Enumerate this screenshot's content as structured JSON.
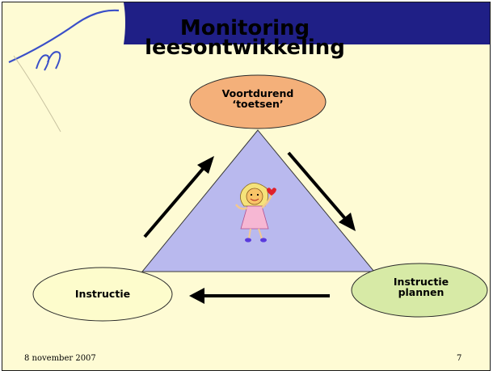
{
  "slide": {
    "title_line1": "Monitoring",
    "title_line2": "leesontwikkeling"
  },
  "cycle": {
    "top_node": {
      "line1": "Voortdurend",
      "line2": "‘toetsen’",
      "fill": "#f4b07a"
    },
    "right_node": {
      "line1": "Instructie",
      "line2": "plannen",
      "fill": "#d7eaa6"
    },
    "left_node": {
      "line1": "Instructie",
      "fill": "#fdfccc"
    },
    "triangle_fill": "#b9b9ee",
    "header_band_color": "#1f1f86"
  },
  "footer": {
    "date": "8 november 2007",
    "page_number": "7"
  }
}
